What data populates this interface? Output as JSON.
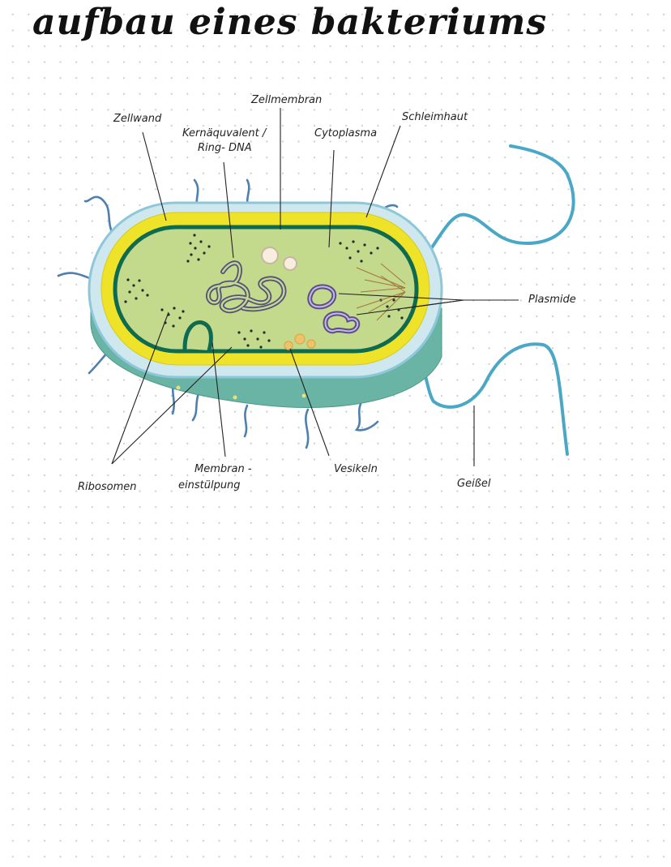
{
  "title": "aufbau eines bakteriums",
  "labels": {
    "zellmembran": "Zellmembran",
    "zellwand": "Zellwand",
    "kernaequivalent_1": "Kernäquvalent /",
    "kernaequivalent_2": "Ring- DNA",
    "cytoplasma": "Cytoplasma",
    "schleimhaut": "Schleimhaut",
    "plasmide": "Plasmide",
    "ribosomen": "Ribosomen",
    "membraneinstuelpung_1": "Membran -",
    "membraneinstuelpung_2": "einstülpung",
    "vesikeln": "Vesikeln",
    "geissel": "Geißel"
  },
  "colors": {
    "capsule": "#cfe7ee",
    "cell_wall": "#efe329",
    "membrane": "#0f6b4f",
    "cytoplasm": "#c3d98c",
    "base": "#69b4a4",
    "flagella": "#4aa8c6",
    "pili": "#4f7fae",
    "plasmid": "#5a4f88",
    "vesicle": "#f0c36a"
  }
}
